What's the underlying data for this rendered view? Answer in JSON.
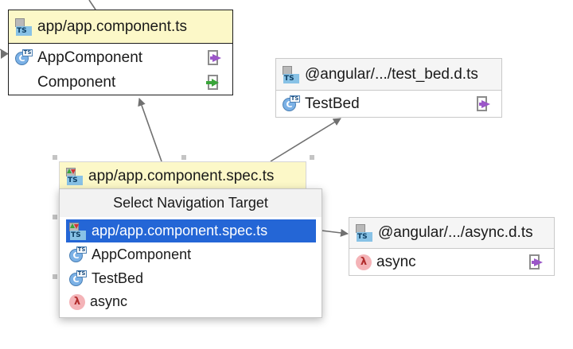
{
  "diagram": {
    "main_node": {
      "title": "app/app.component.ts",
      "rows": [
        {
          "label": "AppComponent",
          "icon": "class-icon",
          "action_icon": "export-icon"
        },
        {
          "label": "Component",
          "icon": "none",
          "action_icon": "import-icon"
        }
      ]
    },
    "test_bed_node": {
      "title": "@angular/.../test_bed.d.ts",
      "rows": [
        {
          "label": "TestBed",
          "icon": "class-icon",
          "action_icon": "export-icon"
        }
      ]
    },
    "spec_node": {
      "title": "app/app.component.spec.ts"
    },
    "async_node": {
      "title": "@angular/.../async.d.ts",
      "rows": [
        {
          "label": "async",
          "icon": "lambda-icon",
          "action_icon": "export-icon"
        }
      ]
    }
  },
  "popup": {
    "title": "Select Navigation Target",
    "items": [
      {
        "label": "app/app.component.spec.ts",
        "icon": "spec-file-icon",
        "selected": true
      },
      {
        "label": "AppComponent",
        "icon": "class-icon",
        "selected": false
      },
      {
        "label": "TestBed",
        "icon": "class-icon",
        "selected": false
      },
      {
        "label": "async",
        "icon": "lambda-icon",
        "selected": false
      }
    ]
  },
  "icon_text": {
    "ts": "TS",
    "class_letter": "C",
    "lambda": "λ"
  },
  "colors": {
    "selection": "#2466d6",
    "header_yellow": "#fcf8c8",
    "class_icon": "#7bb1e6",
    "export_arrow": "#9b57c8",
    "import_arrow": "#3aa53a",
    "lambda_bg": "#f4b3b7"
  }
}
